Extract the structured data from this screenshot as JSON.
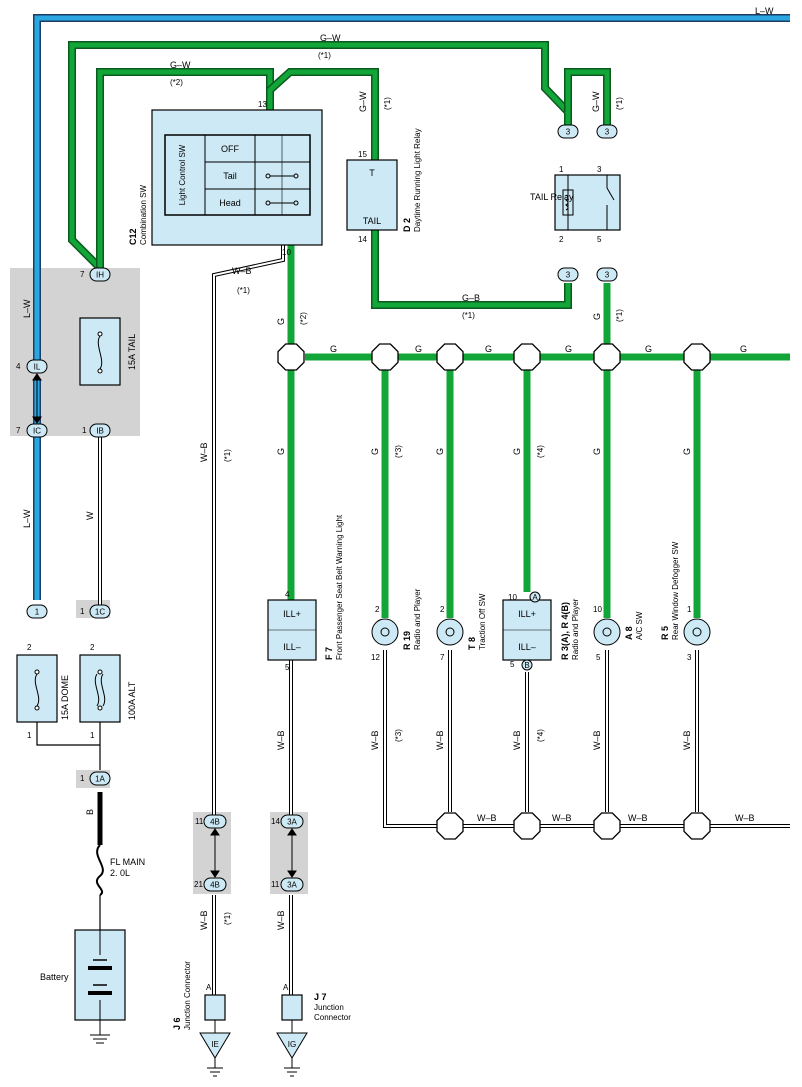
{
  "colors": {
    "wire_green": "#12a537",
    "wire_blue": "#2aa7e0",
    "component_fill": "#cde9f5",
    "junction_grey": "#d3d3d3"
  },
  "wire_labels": {
    "lw_top": "L–W",
    "gw_outer": "G–W",
    "gw_outer_note": "(*1)",
    "gw_inner": "G–W",
    "gw_inner_note": "(*2)",
    "gw_relay_feed": "G–W",
    "gw_relay_feed_note": "(*1)",
    "gw_relay_right": "G–W",
    "gw_relay_right_note": "(*1)",
    "lw_left_upper": "L–W",
    "lw_left_lower": "L–W",
    "w_tail": "W",
    "b_main": "B",
    "wb_c12": "W–B",
    "wb_c12_note": "(*1)",
    "g_c12": "G",
    "g_c12_note": "(*2)",
    "gb_relay": "G–B",
    "gb_relay_note": "(*1)",
    "g_relay_out": "G",
    "g_relay_out_note": "(*1)",
    "wb_ground_left": "W–B",
    "wb_ground_left_note": "(*1)",
    "wb_ground_left2": "W–B",
    "wb_ground_left2_note": "(*1)",
    "wb_f7": "W–B",
    "wb_j7": "W–B",
    "bus_g": "G",
    "drop_g": "G",
    "drop_g_note3": "(*3)",
    "drop_g_note4": "(*4)",
    "wb_r19": "W–B",
    "wb_r19_note": "(*3)",
    "wb_r3": "W–B",
    "wb_r3_note": "(*4)",
    "wb_bus": "W–B"
  },
  "combination_switch": {
    "code": "C12",
    "name": "Combination SW",
    "inner": "Light Control SW",
    "pin_top": "13",
    "pin_bottom": "10",
    "positions": [
      "OFF",
      "Tail",
      "Head"
    ]
  },
  "daytime_relay": {
    "code": "D 2",
    "name": "Daytime Running Light Relay",
    "terminal_t": "T",
    "terminal_tail": "TAIL",
    "pin_top": "15",
    "pin_bottom": "14"
  },
  "tail_relay": {
    "name": "TAIL Relay",
    "pins": [
      "1",
      "3",
      "2",
      "5"
    ]
  },
  "connectors": {
    "c3a": "3",
    "c3b": "3",
    "c3c": "3",
    "c3d": "3",
    "ih": "IH",
    "ih_pin": "7",
    "il": "IL",
    "il_pin": "4",
    "ic": "IC",
    "ic_pin": "7",
    "ib": "IB",
    "ib_pin": "1",
    "c1": "1",
    "c1_pin": "1",
    "c1c": "1C",
    "c1c_pin": "1",
    "c1a": "1A",
    "c1a_pin": "1",
    "c4b_top": "4B",
    "c4b_top_pin": "11",
    "c4b_bot": "4B",
    "c4b_bot_pin": "21",
    "c3a_top": "3A",
    "c3a_top_pin": "14",
    "c3a_bot": "3A",
    "c3a_bot_pin": "11",
    "circ_a": "A",
    "circ_b": "B"
  },
  "fuses": {
    "tail": "15A TAIL",
    "dome": "15A DOME",
    "alt": "100A ALT",
    "main": "FL MAIN",
    "main_spec": "2. 0L",
    "dome_pins": [
      "2",
      "1"
    ],
    "alt_pins": [
      "2",
      "1"
    ]
  },
  "battery": {
    "label": "Battery"
  },
  "components": {
    "f7": {
      "code": "F 7",
      "name": "Front Passenger Seat Belt Warning Light",
      "ill_plus": "ILL+",
      "ill_minus": "ILL–",
      "pin_top": "4",
      "pin_bottom": "5"
    },
    "r19": {
      "code": "R 19",
      "name": "Radio and Player",
      "pin_top": "2",
      "pin_bottom": "12"
    },
    "t8": {
      "code": "T 8",
      "name": "Traction Off SW",
      "pin_top": "2",
      "pin_bottom": "7"
    },
    "r3": {
      "code": "R 3(A), R 4(B)",
      "name": "Radio and Player",
      "ill_plus": "ILL+",
      "ill_minus": "ILL–",
      "pin_top": "10",
      "pin_bottom": "5"
    },
    "a8": {
      "code": "A 8",
      "name": "A/C SW",
      "pin_top": "10",
      "pin_bottom": "5"
    },
    "r5": {
      "code": "R 5",
      "name": "Rear Window Defogger SW",
      "pin_top": "1",
      "pin_bottom": "3"
    }
  },
  "junctions": {
    "j6": {
      "code": "J 6",
      "name": "Junction Connector",
      "pin": "A",
      "ground": "IE"
    },
    "j7": {
      "code": "J 7",
      "name": "Junction",
      "name2": "Connector",
      "pin": "A",
      "ground": "IG"
    }
  }
}
